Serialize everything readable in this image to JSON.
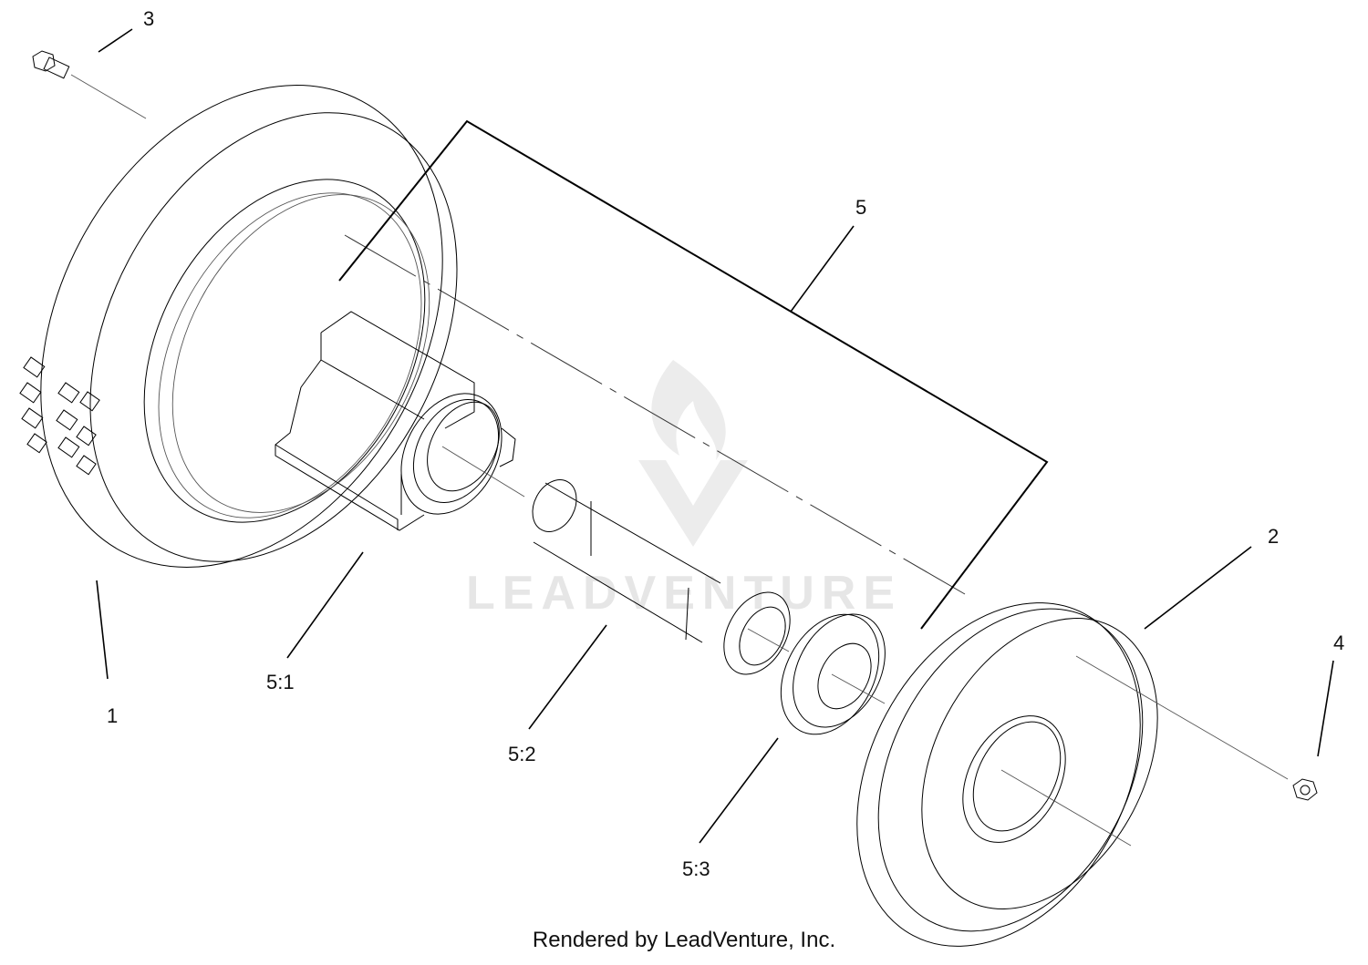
{
  "callouts": {
    "c1": "1",
    "c2": "2",
    "c3": "3",
    "c4": "4",
    "c5": "5",
    "c51": "5:1",
    "c52": "5:2",
    "c53": "5:3"
  },
  "watermark": {
    "text": "LEADVENTURE"
  },
  "footer": {
    "text": "Rendered by LeadVenture, Inc."
  }
}
